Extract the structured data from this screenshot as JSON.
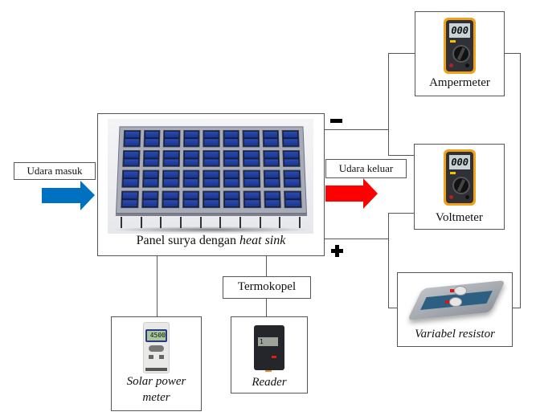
{
  "diagram": {
    "panel": {
      "label_plain": "Panel surya dengan ",
      "label_italic": "heat sink"
    },
    "air_in": {
      "label": "Udara masuk",
      "arrow_color": "#0070c0"
    },
    "air_out": {
      "label": "Udara keluar",
      "arrow_color": "#ff0000"
    },
    "terminals": {
      "negative": "minus-terminal",
      "positive": "plus-terminal"
    },
    "ampermeter": {
      "label": "Ampermeter",
      "display": "000"
    },
    "voltmeter": {
      "label": "Voltmeter",
      "display": "000"
    },
    "variable_resistor": {
      "label": "Variabel resistor"
    },
    "thermocouple": {
      "label": "Termokopel"
    },
    "reader": {
      "label": "Reader",
      "display": "1"
    },
    "solar_power_meter": {
      "label_line1": "Solar power",
      "label_line2": "meter",
      "display": "4500"
    }
  }
}
